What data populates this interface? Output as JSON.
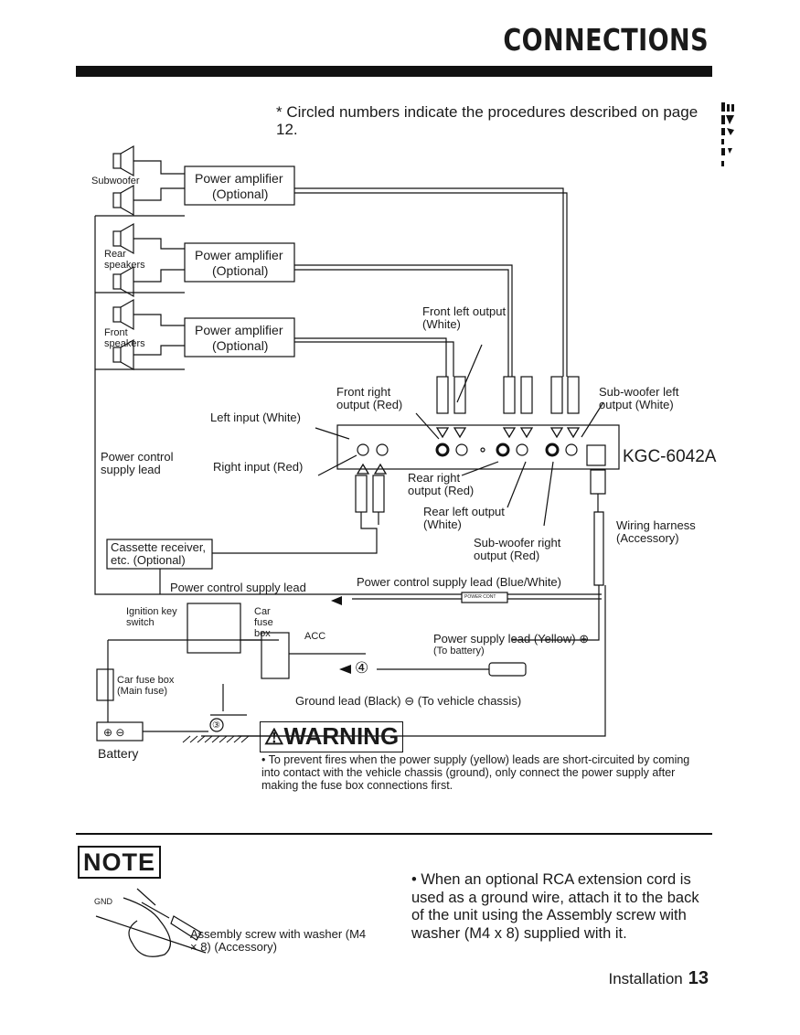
{
  "page": {
    "title": "CONNECTIONS",
    "top_note": "* Circled numbers indicate the procedures described on page 12.",
    "footer_section": "Installation",
    "footer_page": "13"
  },
  "diagram": {
    "subwoofer": "Subwoofer",
    "rear_speakers": "Rear speakers",
    "front_speakers": "Front speakers",
    "amp_label": "Power amplifier",
    "amp_optional": "(Optional)",
    "front_left_output": "Front left output (White)",
    "front_right_output": "Front right output (Red)",
    "subwoofer_left_output": "Sub-woofer left output (White)",
    "left_input": "Left input (White)",
    "right_input": "Right input (Red)",
    "power_control_supply_lead": "Power control supply lead",
    "unit_model": "KGC-6042A",
    "rear_right_output": "Rear right output (Red)",
    "rear_left_output": "Rear left output (White)",
    "subwoofer_right_output": "Sub-woofer right output (Red)",
    "wiring_harness": "Wiring harness (Accessory)",
    "cassette_receiver": "Cassette receiver, etc. (Optional)",
    "power_control_supply_lead_2": "Power control supply lead",
    "power_control_blue_white": "Power control supply lead (Blue/White)",
    "power_cont_tag": "POWER CONT",
    "ignition_key_switch": "Ignition key switch",
    "car_fuse_box": "Car fuse box",
    "acc": "ACC",
    "power_supply_lead": "Power supply lead (Yellow) ⊕",
    "to_battery": "(To battery)",
    "step_4": "④",
    "car_fuse_box_main": "Car fuse box (Main fuse)",
    "ground_lead": "Ground lead (Black) ⊖ (To vehicle chassis)",
    "step_3": "③",
    "battery": "Battery",
    "battery_terminals": "⊕ ⊖"
  },
  "warning": {
    "label": "WARNING",
    "text": "• To prevent fires when the power supply (yellow) leads are short-circuited by coming into contact with the vehicle chassis (ground), only connect the power supply after making the fuse box connections first."
  },
  "note": {
    "label": "NOTE",
    "gnd": "GND",
    "screw_caption": "Assembly screw with washer (M4 × 8) (Accessory)",
    "bullet": "• When an optional RCA extension cord is used as a ground wire, attach it to the back of the unit using the Assembly screw with washer (M4 x 8) supplied with it."
  }
}
